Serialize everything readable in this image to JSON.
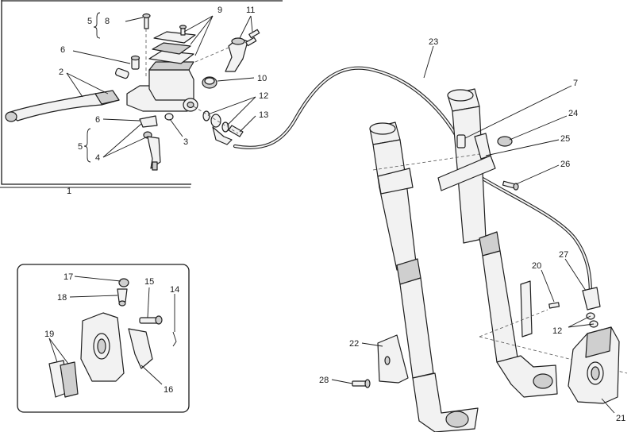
{
  "callouts": {
    "c1": "1",
    "c2": "2",
    "c3": "3",
    "c4": "4",
    "c5a": "5",
    "c5b": "5",
    "c6a": "6",
    "c6b": "6",
    "c7": "7",
    "c8": "8",
    "c9": "9",
    "c10": "10",
    "c11": "11",
    "c12a": "12",
    "c12b": "12",
    "c13": "13",
    "c14": "14",
    "c15": "15",
    "c16": "16",
    "c17": "17",
    "c18": "18",
    "c19": "19",
    "c20": "20",
    "c21": "21",
    "c22": "22",
    "c23": "23",
    "c24": "24",
    "c25": "25",
    "c26": "26",
    "c27": "27",
    "c28": "28"
  },
  "colors": {
    "line": "#1e1e1e",
    "fill": "#f2f2f2",
    "shade": "#cfcfcf",
    "background": "#ffffff"
  }
}
